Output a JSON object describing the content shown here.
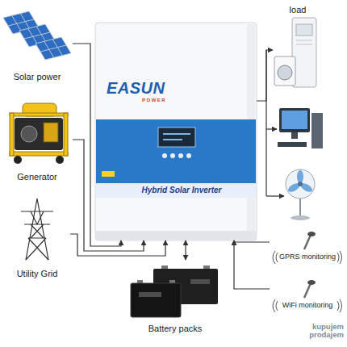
{
  "diagram": {
    "nodes": [
      {
        "text": [
          "Solar power"
        ]
      },
      {
        "text": [
          "Generator"
        ]
      },
      {
        "text": [
          "Utility Grid"
        ]
      },
      {
        "text": [
          "EASUN",
          "POWER",
          "Hybrid Solar Inverter"
        ]
      },
      {
        "text": [
          "load"
        ]
      },
      {
        "text": [
          "Battery packs"
        ]
      },
      {
        "text": [
          "GPRS monitoring"
        ]
      },
      {
        "text": [
          "WiFi monitoring"
        ]
      }
    ],
    "edges": [
      {
        "from": 0,
        "to": 3,
        "arrow": "to"
      },
      {
        "from": 1,
        "to": 3,
        "arrow": "to"
      },
      {
        "from": 2,
        "to": 3,
        "arrow": "to"
      },
      {
        "from": 3,
        "to": 4,
        "arrow": "to"
      },
      {
        "from": 3,
        "to": 5,
        "arrow": "both"
      },
      {
        "from": 6,
        "to": 3,
        "arrow": "to"
      },
      {
        "from": 7,
        "to": 3,
        "arrow": "to"
      }
    ],
    "labels": [
      "kupujem prodajem"
    ]
  }
}
